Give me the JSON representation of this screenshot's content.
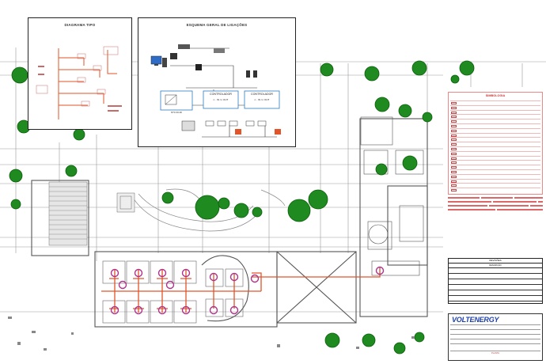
{
  "panels": {
    "riser": {
      "title": "DIAGRAMA TIPO"
    },
    "wiring": {
      "title": "ESQUEMA GERAL DE LIGAÇÕES",
      "controllers": [
        {
          "label": "CONTROLADOR",
          "sub": "n · IN / n OUT"
        },
        {
          "label": "CONTROLADOR",
          "sub": "n · IN / n OUT"
        }
      ],
      "module_label": "NTC 00-00"
    }
  },
  "legend": {
    "title": "SIMBOLOGIA",
    "rows": [
      "",
      "",
      "",
      "",
      "",
      "",
      "",
      "",
      "",
      "",
      "",
      "",
      "",
      "",
      "",
      "",
      "",
      "",
      "",
      ""
    ]
  },
  "revisions": {
    "title": "REVISÕES",
    "header": "DESCRIÇÃO"
  },
  "title_block": {
    "logo_a": "VOLT",
    "logo_b": "ENERGY",
    "drawing_name": "PLANTA"
  },
  "colors": {
    "tree": "#1f8a1f",
    "tree_dark": "#0b5e0b",
    "duct": "#e2552a",
    "unit": "#b0328a",
    "line": "#7a7a7a",
    "wall": "#555555",
    "legend_red": "#cc3333",
    "logo_blue": "#1d3fa8"
  },
  "icons": [
    "tree-symbol-icon",
    "fan-coil-icon",
    "computer-icon",
    "controller-icon",
    "sensor-icon"
  ]
}
